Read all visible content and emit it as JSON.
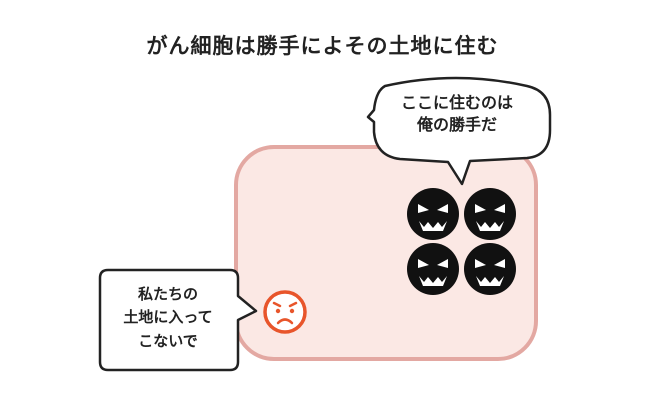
{
  "title": "がん細胞は勝手によその土地に住む",
  "cancer_bubble": {
    "line1": "ここに住むのは",
    "line2": "俺の勝手だ"
  },
  "normal_bubble": {
    "line1": "私たちの",
    "line2": "土地に入って",
    "line3": "こないで"
  },
  "colors": {
    "territory_fill": "#fbe8e4",
    "territory_border": "#e3a8a2",
    "sad_face": "#e8552b",
    "cancer_cell": "#111111"
  },
  "icons": {
    "cancer_cell": "angry-face-icon",
    "normal_cell": "sad-face-icon"
  }
}
